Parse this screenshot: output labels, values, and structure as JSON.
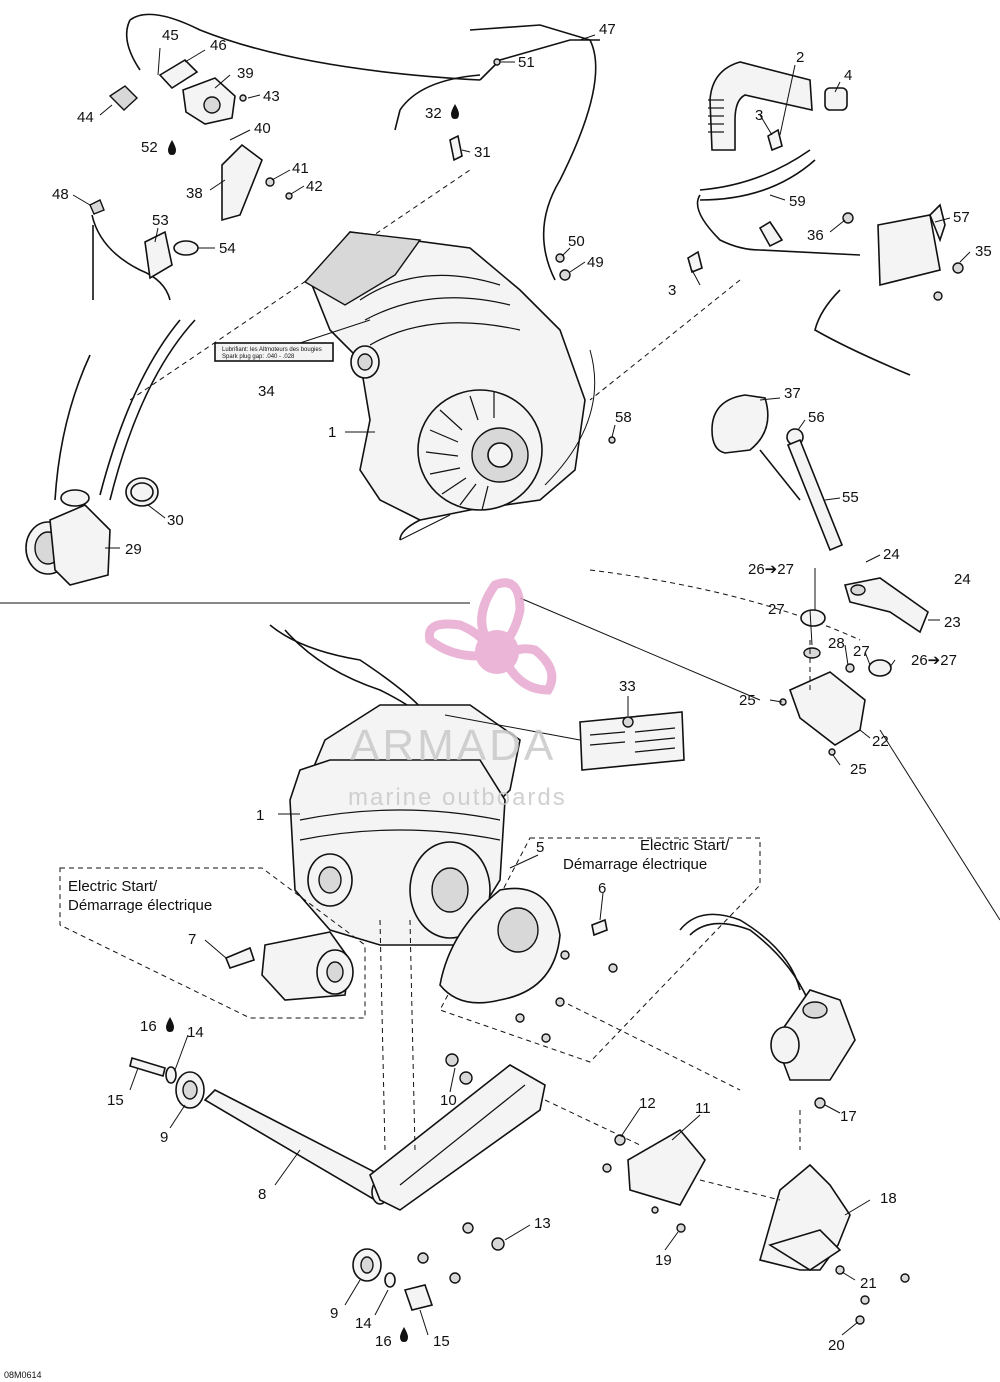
{
  "figure": {
    "code": "08M0614",
    "electric_start_label_1": "Electric Start/",
    "electric_start_label_2": "Démarrage électrique",
    "electric_start_label_b1": "Electric Start/",
    "electric_start_label_b2": "Démarrage électrique",
    "decal_line_1": "Lubrifiant: les Altmoteurs des bougies",
    "decal_line_2": "Spark plug gap: .040 - .028",
    "watermark_title": "ARMADA",
    "watermark_subtitle": "marine outboards",
    "watermark_color": "#e7a9cf"
  },
  "callouts": [
    {
      "id": "c45",
      "text": "45"
    },
    {
      "id": "c46",
      "text": "46"
    },
    {
      "id": "c39",
      "text": "39"
    },
    {
      "id": "c43",
      "text": "43"
    },
    {
      "id": "c44",
      "text": "44"
    },
    {
      "id": "c40",
      "text": "40"
    },
    {
      "id": "c52",
      "text": "52"
    },
    {
      "id": "c41",
      "text": "41"
    },
    {
      "id": "c42",
      "text": "42"
    },
    {
      "id": "c38",
      "text": "38"
    },
    {
      "id": "c48",
      "text": "48"
    },
    {
      "id": "c53",
      "text": "53"
    },
    {
      "id": "c54",
      "text": "54"
    },
    {
      "id": "c47",
      "text": "47"
    },
    {
      "id": "c51",
      "text": "51"
    },
    {
      "id": "c32",
      "text": "32"
    },
    {
      "id": "c31",
      "text": "31"
    },
    {
      "id": "c50",
      "text": "50"
    },
    {
      "id": "c49",
      "text": "49"
    },
    {
      "id": "c34",
      "text": "34"
    },
    {
      "id": "c1a",
      "text": "1"
    },
    {
      "id": "c58",
      "text": "58"
    },
    {
      "id": "c30",
      "text": "30"
    },
    {
      "id": "c29",
      "text": "29"
    },
    {
      "id": "c2",
      "text": "2"
    },
    {
      "id": "c4",
      "text": "4"
    },
    {
      "id": "c3a",
      "text": "3"
    },
    {
      "id": "c59",
      "text": "59"
    },
    {
      "id": "c3b",
      "text": "3"
    },
    {
      "id": "c36",
      "text": "36"
    },
    {
      "id": "c57",
      "text": "57"
    },
    {
      "id": "c35",
      "text": "35"
    },
    {
      "id": "c37",
      "text": "37"
    },
    {
      "id": "c56",
      "text": "56"
    },
    {
      "id": "c55",
      "text": "55"
    },
    {
      "id": "c24a",
      "text": "24"
    },
    {
      "id": "c2627a",
      "text": "26➔27"
    },
    {
      "id": "c24b",
      "text": "24"
    },
    {
      "id": "c27a",
      "text": "27"
    },
    {
      "id": "c23",
      "text": "23"
    },
    {
      "id": "c28",
      "text": "28"
    },
    {
      "id": "c27b",
      "text": "27"
    },
    {
      "id": "c2627b",
      "text": "26➔27"
    },
    {
      "id": "c25a",
      "text": "25"
    },
    {
      "id": "c22",
      "text": "22"
    },
    {
      "id": "c25b",
      "text": "25"
    },
    {
      "id": "c33",
      "text": "33"
    },
    {
      "id": "c1b",
      "text": "1"
    },
    {
      "id": "c5",
      "text": "5"
    },
    {
      "id": "c6",
      "text": "6"
    },
    {
      "id": "c7",
      "text": "7"
    },
    {
      "id": "c16a",
      "text": "16"
    },
    {
      "id": "c14a",
      "text": "14"
    },
    {
      "id": "c15a",
      "text": "15"
    },
    {
      "id": "c9a",
      "text": "9"
    },
    {
      "id": "c10",
      "text": "10"
    },
    {
      "id": "c12",
      "text": "12"
    },
    {
      "id": "c11",
      "text": "11"
    },
    {
      "id": "c17",
      "text": "17"
    },
    {
      "id": "c8",
      "text": "8"
    },
    {
      "id": "c18",
      "text": "18"
    },
    {
      "id": "c13",
      "text": "13"
    },
    {
      "id": "c19",
      "text": "19"
    },
    {
      "id": "c9b",
      "text": "9"
    },
    {
      "id": "c14b",
      "text": "14"
    },
    {
      "id": "c16b",
      "text": "16"
    },
    {
      "id": "c15b",
      "text": "15"
    },
    {
      "id": "c21",
      "text": "21"
    },
    {
      "id": "c20",
      "text": "20"
    }
  ]
}
